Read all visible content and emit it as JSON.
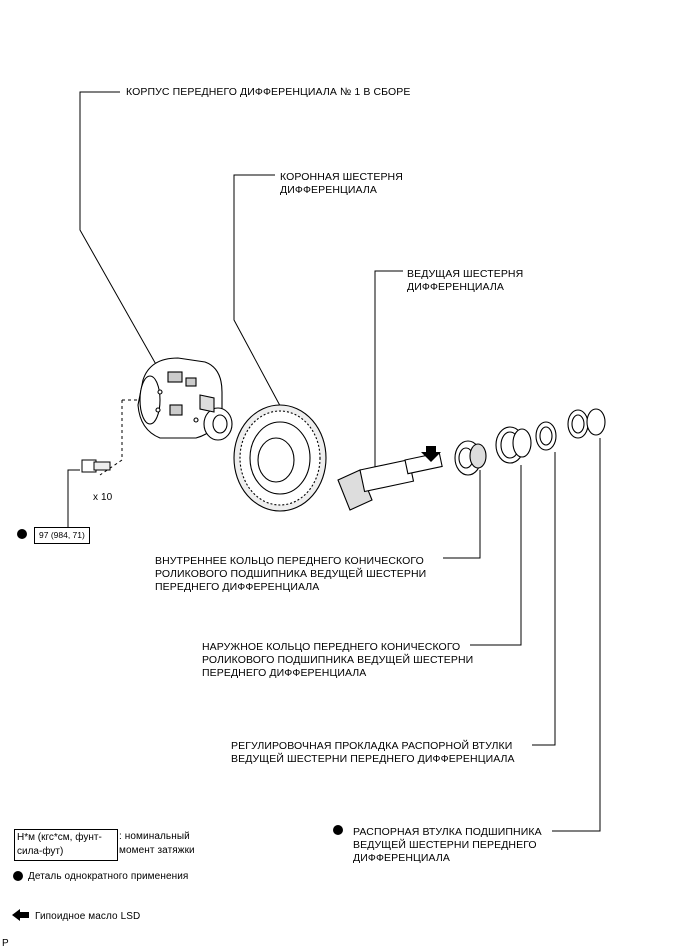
{
  "labels": {
    "case": "КОРПУС ПЕРЕДНЕГО ДИФФЕРЕНЦИАЛА № 1 В СБОРЕ",
    "ring_gear": "КОРОННАЯ ШЕСТЕРНЯ\nДИФФЕРЕНЦИАЛА",
    "drive_pinion": "ВЕДУЩАЯ ШЕСТЕРНЯ\nДИФФЕРЕНЦИАЛА",
    "inner_race": "ВНУТРЕННЕЕ КОЛЬЦО ПЕРЕДНЕГО КОНИЧЕСКОГО\nРОЛИКОВОГО ПОДШИПНИКА ВЕДУЩЕЙ ШЕСТЕРНИ\nПЕРЕДНЕГО ДИФФЕРЕНЦИАЛА",
    "outer_race": "НАРУЖНОЕ КОЛЬЦО ПЕРЕДНЕГО КОНИЧЕСКОГО\nРОЛИКОВОГО ПОДШИПНИКА ВЕДУЩЕЙ ШЕСТЕРНИ\nПЕРЕДНЕГО ДИФФЕРЕНЦИАЛА",
    "shim": "РЕГУЛИРОВОЧНАЯ ПРОКЛАДКА РАСПОРНОЙ ВТУЛКИ\nВЕДУЩЕЙ ШЕСТЕРНИ ПЕРЕДНЕГО ДИФФЕРЕНЦИАЛА",
    "spacer": "РАСПОРНАЯ ВТУЛКА ПОДШИПНИКА\nВЕДУЩЕЙ ШЕСТЕРНИ ПЕРЕДНЕГО\nДИФФЕРЕНЦИАЛА"
  },
  "bolt": {
    "quantity": "x 10",
    "torque": "97 (984, 71)"
  },
  "legend": {
    "torque_units": "Н*м (кгс*см, фунт-\nсила-фут)",
    "torque_desc": ": номинальный\nмомент затяжки",
    "non_reusable": "Деталь однократного применения",
    "lsd_oil": "Гипоидное масло LSD"
  },
  "corner_mark": "P",
  "icons": {
    "non_reusable": "filled-circle-icon",
    "lsd_oil": "left-arrow-icon",
    "oil_apply": "down-arrow-icon"
  }
}
